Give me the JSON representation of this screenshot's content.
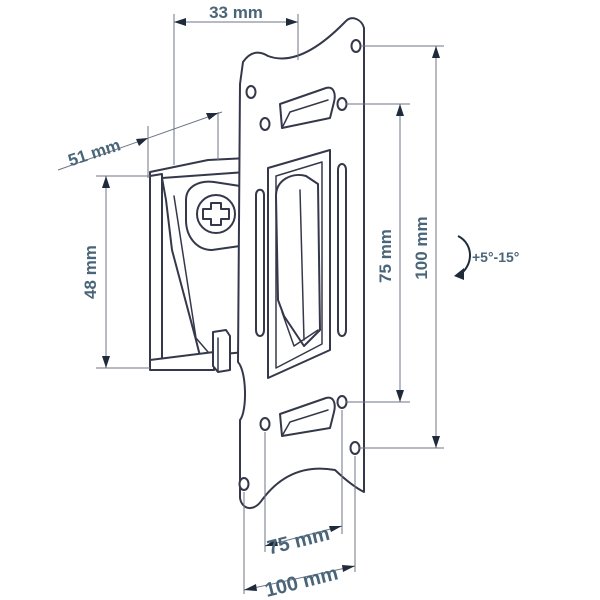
{
  "dimensions": {
    "top_depth": "33 mm",
    "side_depth": "51 mm",
    "bracket_height": "48 mm",
    "inner_vertical": "75 mm",
    "outer_vertical": "100 mm",
    "inner_horizontal": "75 mm",
    "outer_horizontal": "100 mm",
    "tilt": "+5°-15°"
  },
  "colors": {
    "label": "#4a6578",
    "outline": "#35384a",
    "dimension_line": "#6f7586"
  }
}
